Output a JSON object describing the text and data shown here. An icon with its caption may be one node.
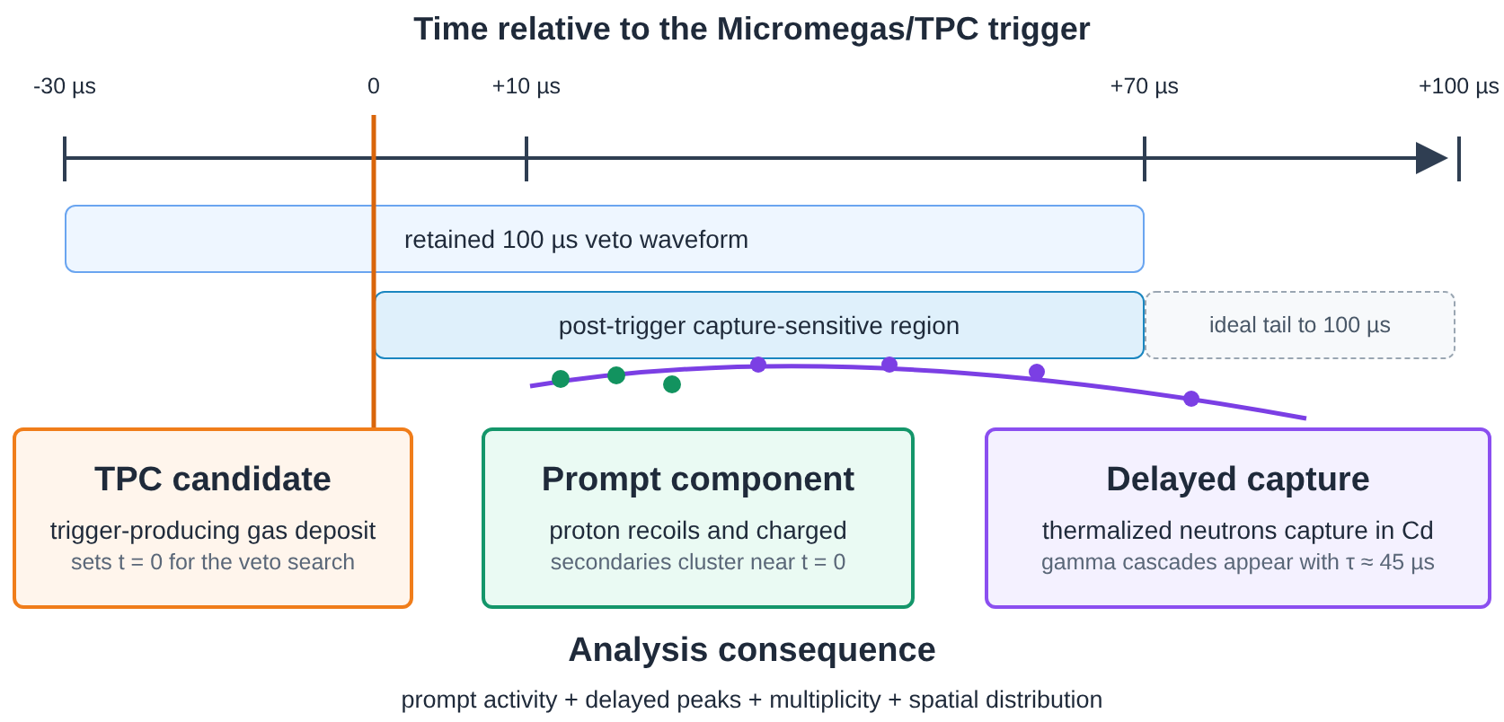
{
  "diagram": {
    "title": "Time relative to the Micromegas/TPC trigger",
    "nodes": [
      {
        "text": [
          "retained 100 µs veto waveform"
        ]
      },
      {
        "text": [
          "post-trigger capture-sensitive region"
        ]
      },
      {
        "text": [
          "ideal tail to 100 µs"
        ]
      },
      {
        "text": [
          "TPC candidate",
          "trigger-producing gas deposit",
          "sets t = 0 for the veto search"
        ]
      },
      {
        "text": [
          "Prompt component",
          "proton recoils and charged",
          "secondaries cluster near t = 0"
        ]
      },
      {
        "text": [
          "Delayed capture",
          "thermalized neutrons capture in Cd",
          "gamma cascades appear with τ ≈ 45 µs"
        ]
      }
    ],
    "labels": [
      "-30 µs",
      "0",
      "+10 µs",
      "+70 µs",
      "+100 µs",
      "Analysis consequence",
      "prompt activity + delayed peaks + multiplicity + spatial distribution"
    ]
  }
}
